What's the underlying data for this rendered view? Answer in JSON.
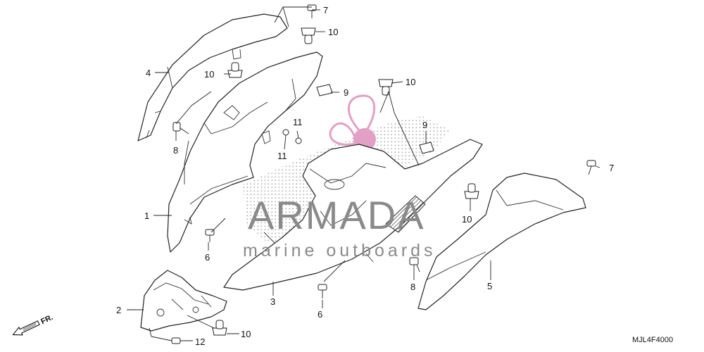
{
  "diagram": {
    "code": "MJL4F4000",
    "direction": "FR.",
    "watermark": {
      "brand": "ARMADA",
      "tagline": "marine outboards",
      "colors": {
        "text": "#8a8a8a",
        "logo": "#e2a0c4",
        "dots": "#9a9a9a"
      }
    },
    "callouts": [
      {
        "id": "c1",
        "label": "1"
      },
      {
        "id": "c2",
        "label": "2"
      },
      {
        "id": "c3",
        "label": "3"
      },
      {
        "id": "c4",
        "label": "4"
      },
      {
        "id": "c5",
        "label": "5"
      },
      {
        "id": "c6a",
        "label": "6"
      },
      {
        "id": "c6b",
        "label": "6"
      },
      {
        "id": "c7a",
        "label": "7"
      },
      {
        "id": "c7b",
        "label": "7"
      },
      {
        "id": "c8a",
        "label": "8"
      },
      {
        "id": "c8b",
        "label": "8"
      },
      {
        "id": "c9a",
        "label": "9"
      },
      {
        "id": "c9b",
        "label": "9"
      },
      {
        "id": "c10a",
        "label": "10"
      },
      {
        "id": "c10b",
        "label": "10"
      },
      {
        "id": "c10c",
        "label": "10"
      },
      {
        "id": "c10d",
        "label": "10"
      },
      {
        "id": "c10e",
        "label": "10"
      },
      {
        "id": "c11a",
        "label": "11"
      },
      {
        "id": "c11b",
        "label": "11"
      },
      {
        "id": "c12",
        "label": "12"
      }
    ]
  }
}
